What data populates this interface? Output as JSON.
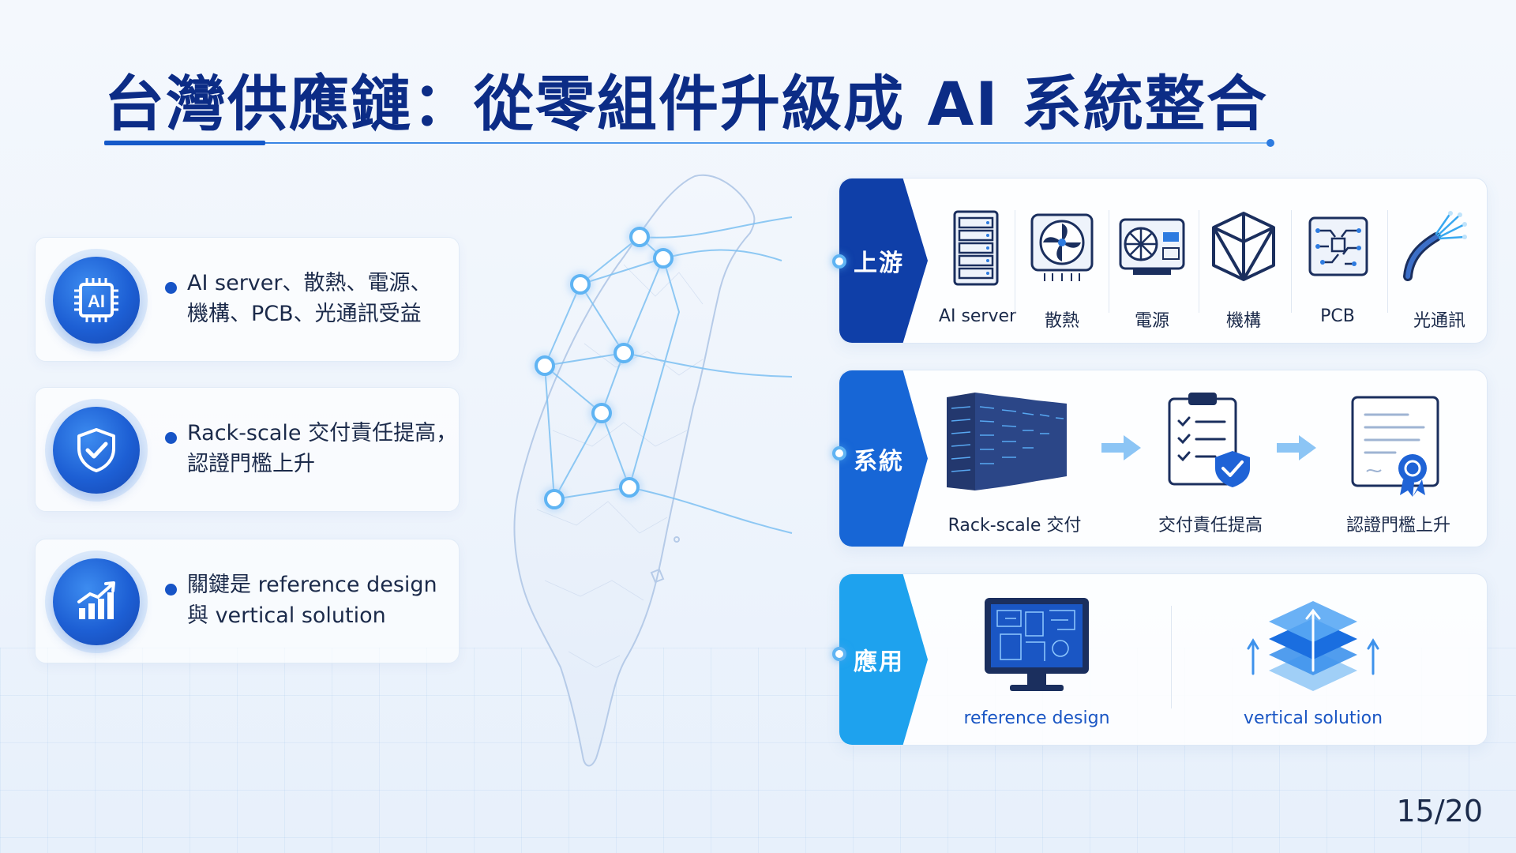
{
  "title": "台灣供應鏈：從零組件升級成 AI 系統整合",
  "left_cards": [
    {
      "icon": "ai-chip-icon",
      "lines": [
        "AI server、散熱、電源、",
        "機構、PCB、光通訊受益"
      ]
    },
    {
      "icon": "shield-check-icon",
      "lines": [
        "Rack-scale 交付責任提高，",
        "認證門檻上升"
      ]
    },
    {
      "icon": "growth-chart-icon",
      "lines": [
        "關鍵是 reference design",
        "與 vertical solution"
      ]
    }
  ],
  "panels": {
    "upstream": {
      "label": "上游",
      "items": [
        "AI server",
        "散熱",
        "電源",
        "機構",
        "PCB",
        "光通訊"
      ]
    },
    "system": {
      "label": "系統",
      "items": [
        "Rack-scale 交付",
        "交付責任提高",
        "認證門檻上升"
      ]
    },
    "application": {
      "label": "應用",
      "items": [
        "reference design",
        "vertical solution"
      ]
    }
  },
  "colors": {
    "title": "#0c2c86",
    "upstream": "#0f3fa8",
    "system": "#1766d6",
    "application": "#1ea2ee",
    "accent": "#2d7be0"
  },
  "page": "15/20"
}
